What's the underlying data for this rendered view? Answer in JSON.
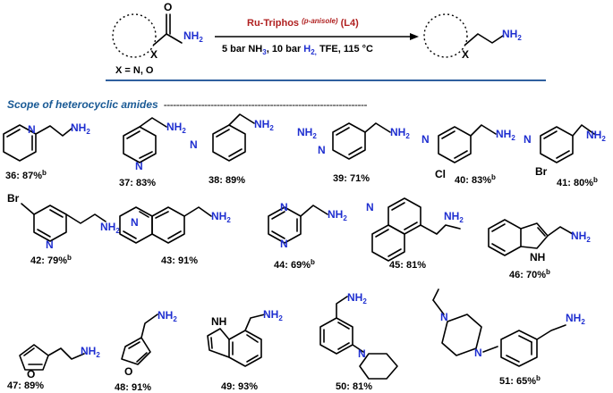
{
  "reaction": {
    "catalyst": "Ru-Triphos",
    "catalyst_sub": "(p-anisole)",
    "ligand": "(L4)",
    "cond_a": "5 bar NH",
    "cond_a_sub": "3",
    "cond_b": ", 10 bar ",
    "cond_h": "H",
    "cond_h_sub": "2,",
    "cond_c": " TFE, 115 °C",
    "x_def": "X = N, O",
    "atoms": {
      "O": "O",
      "NH2": "NH",
      "sub2": "2",
      "X": "X",
      "N": "N",
      "NH": "NH",
      "Cl": "Cl",
      "Br": "Br"
    }
  },
  "section_title": "Scope of heterocyclic amides",
  "dash_line": "-----------------------------------------------------------------",
  "colors": {
    "accent": "#1f2fd0",
    "title": "#1a5a95",
    "catalyst": "#b02020",
    "rule": "#2f5f9f"
  },
  "compounds": [
    {
      "label": "36: 87%",
      "sup": "b"
    },
    {
      "label": "37: 83%",
      "sup": ""
    },
    {
      "label": "38: 89%",
      "sup": ""
    },
    {
      "label": "39: 71%",
      "sup": ""
    },
    {
      "label": "40: 83%",
      "sup": "b"
    },
    {
      "label": "41: 80%",
      "sup": "b"
    },
    {
      "label": "42: 79%",
      "sup": "b"
    },
    {
      "label": "43: 91%",
      "sup": ""
    },
    {
      "label": "44: 69%",
      "sup": "b"
    },
    {
      "label": "45: 81%",
      "sup": ""
    },
    {
      "label": "46: 70%",
      "sup": "b"
    },
    {
      "label": "47: 89%",
      "sup": ""
    },
    {
      "label": "48: 91%",
      "sup": ""
    },
    {
      "label": "49: 93%",
      "sup": ""
    },
    {
      "label": "50: 81%",
      "sup": ""
    },
    {
      "label": "51: 65%",
      "sup": "b"
    }
  ]
}
